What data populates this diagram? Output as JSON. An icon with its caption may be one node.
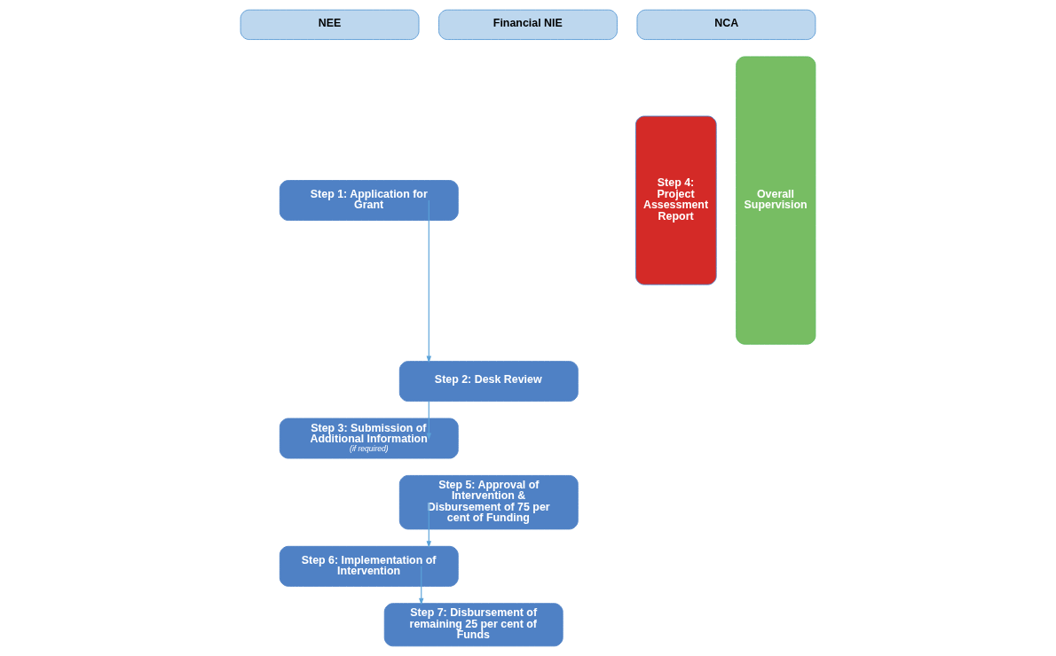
{
  "diagram": {
    "nodes": [
      {
        "text": [
          "NEE"
        ]
      },
      {
        "text": [
          "Financial NIE"
        ]
      },
      {
        "text": [
          "NCA"
        ]
      },
      {
        "text": [
          "Step 1: Application for Grant"
        ]
      },
      {
        "text": [
          "Step 2: Desk Review"
        ]
      },
      {
        "text": [
          "Step 3: Submission of Additional Information",
          "(if required)"
        ]
      },
      {
        "text": [
          "Step 4: Project Assessment Report"
        ]
      },
      {
        "text": [
          "Overall Supervision"
        ]
      },
      {
        "text": [
          "Step 5: Approval of Intervention & Disbursement of 75 per cent of Funding"
        ]
      },
      {
        "text": [
          "Step 6: Implementation of Intervention"
        ]
      },
      {
        "text": [
          "Step 7: Disbursement of remaining 25 per cent of Funds"
        ]
      }
    ],
    "edges": [
      {
        "from": 3,
        "to": 4,
        "arrow": "to"
      },
      {
        "from": 4,
        "to": 5,
        "arrow": "to"
      },
      {
        "from": 8,
        "to": 9,
        "arrow": "to"
      },
      {
        "from": 9,
        "to": 10,
        "arrow": "to"
      }
    ]
  }
}
